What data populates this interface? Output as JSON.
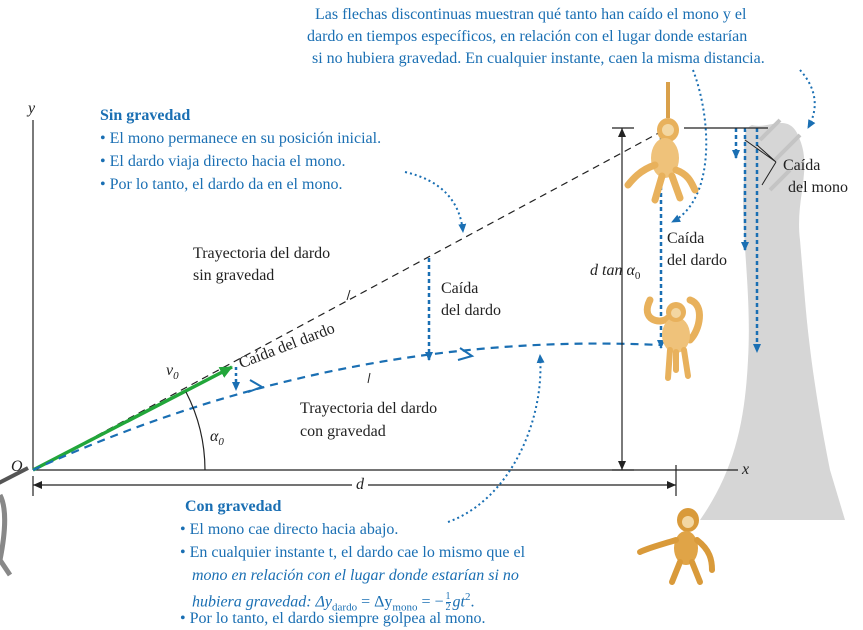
{
  "top_note": [
    "Las flechas discontinuas muestran qué tanto han caído el mono y el",
    "dardo en tiempos específicos, en relación con el lugar donde estarían",
    "si no hubiera gravedad. En cualquier instante, caen la misma distancia."
  ],
  "sin_gravedad": {
    "title": "Sin gravedad",
    "bullets": [
      "• El mono permanece en su posición inicial.",
      "• El dardo viaja directo hacia el mono.",
      "• Por lo tanto, el dardo da en el mono."
    ]
  },
  "con_gravedad": {
    "title": "Con gravedad",
    "bullets": [
      "• El mono cae directo hacia abajo.",
      "• En cualquier instante t, el dardo cae lo mismo que el",
      "mono en relación con el lugar donde estarían si no",
      "hubiera gravedad: Δy",
      "dardo",
      " = Δy",
      "mono",
      " = −",
      "1",
      "2",
      "gt",
      "2",
      ".",
      "• Por lo tanto, el dardo siempre golpea al mono."
    ]
  },
  "labels": {
    "tray_sin": [
      "Trayectoria del dardo",
      "sin gravedad"
    ],
    "tray_con": [
      "Trayectoria del dardo",
      "con gravedad"
    ],
    "caida_dardo_slant": "Caída del dardo",
    "caida_dardo_mid": [
      "Caída",
      "del dardo"
    ],
    "caida_dardo_right": [
      "Caída",
      "del dardo"
    ],
    "caida_mono": [
      "Caída",
      "del mono"
    ],
    "d_tan": "d tan α",
    "d_tan_sub": "0",
    "v0": "v",
    "v0_sub": "0",
    "alpha0": "α",
    "alpha0_sub": "0",
    "d": "d",
    "O": "O",
    "x": "x",
    "y": "y"
  },
  "colors": {
    "blue": "#1a6fb3",
    "green": "#22a63a",
    "monkey": "#e8b15c",
    "tree": "#cfcfcf"
  }
}
